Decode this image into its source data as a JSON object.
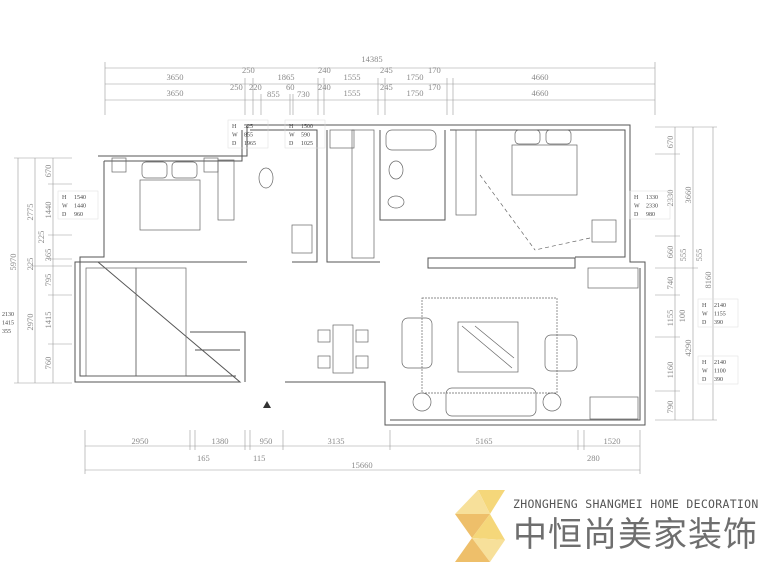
{
  "drawing": {
    "top_dims": {
      "total": "14385",
      "row1": [
        "3650",
        "250",
        "1865",
        "240",
        "1555",
        "245",
        "1750",
        "170",
        "4660"
      ],
      "row2": [
        "3650",
        "250",
        "220",
        "855",
        "60",
        "730",
        "240",
        "1555",
        "245",
        "1750",
        "170",
        "4660"
      ]
    },
    "bottom_dims": {
      "row1": [
        "2950",
        "165",
        "1380",
        "115",
        "950",
        "3135",
        "5165",
        "280",
        "1520"
      ],
      "total": "15660"
    },
    "left_dims": {
      "outer": "5970",
      "middle": [
        "2775",
        "225",
        "2970"
      ],
      "inner": [
        "670",
        "1440",
        "225",
        "365",
        "795",
        "1415",
        "760"
      ]
    },
    "right_dims": {
      "inner": [
        "670",
        "2330",
        "660",
        "740",
        "1155",
        "1160",
        "790"
      ],
      "middle": [
        "3660",
        "555",
        "4290",
        "100"
      ],
      "outer": [
        "8160",
        "555"
      ]
    },
    "info_boxes": [
      {
        "labels": [
          "H",
          "W",
          "D"
        ],
        "values": [
          "1540",
          "1440",
          "960"
        ]
      },
      {
        "labels": [
          "",
          "",
          ""
        ],
        "values": [
          "2130",
          "1415",
          "355"
        ]
      },
      {
        "labels": [
          "H",
          "W",
          "D"
        ],
        "values": [
          "525",
          "855",
          "1965"
        ]
      },
      {
        "labels": [
          "H",
          "W",
          "D"
        ],
        "values": [
          "1500",
          "590",
          "1025"
        ]
      },
      {
        "labels": [
          "H",
          "W",
          "D"
        ],
        "values": [
          "1330",
          "2330",
          "980"
        ]
      },
      {
        "labels": [
          "H",
          "W",
          "D"
        ],
        "values": [
          "2140",
          "1155",
          "390"
        ]
      },
      {
        "labels": [
          "H",
          "W",
          "D"
        ],
        "values": [
          "2140",
          "1100",
          "390"
        ]
      }
    ]
  },
  "logo": {
    "english": "ZHONGHENG SHANGMEI HOME DECORATION",
    "chinese": "中恒尚美家装饰",
    "colors": {
      "yellow": "#f5d77a",
      "orange": "#eebf6a",
      "text": "#6e6e6e"
    }
  }
}
